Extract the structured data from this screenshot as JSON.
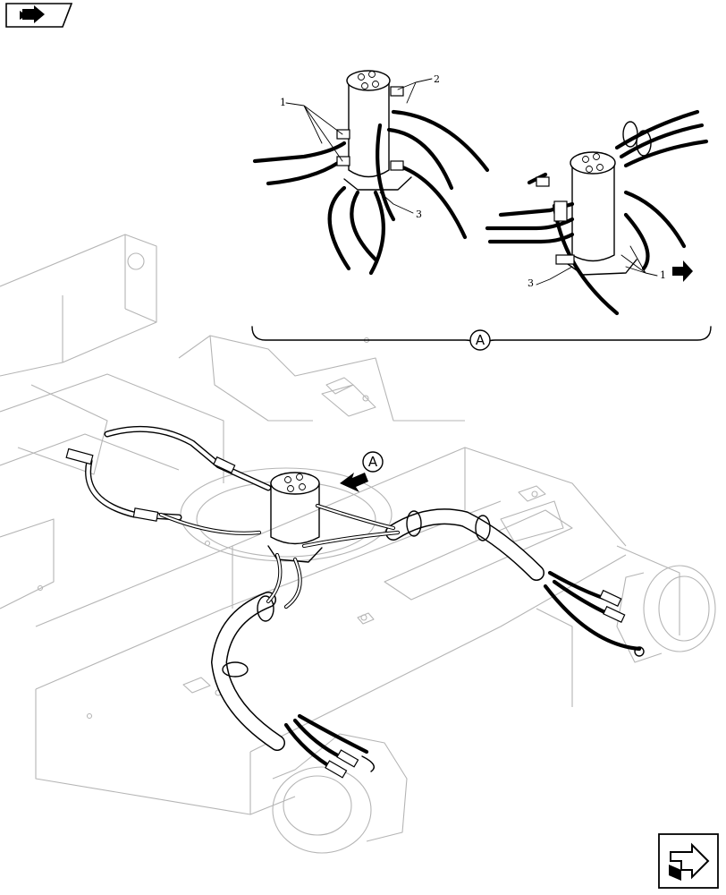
{
  "diagram": {
    "detail_labels": [
      {
        "id": "detail-left-label-1",
        "text": "1"
      },
      {
        "id": "detail-left-label-2",
        "text": "2"
      },
      {
        "id": "detail-left-label-3",
        "text": "3"
      },
      {
        "id": "detail-right-label-1",
        "text": "1"
      },
      {
        "id": "detail-right-label-3",
        "text": "3"
      }
    ],
    "view_marker": "A",
    "main_view_arrow_label": "A"
  },
  "icons": {
    "top_left": "navigation-arrow-icon",
    "bottom_right": "navigation-arrow-icon"
  }
}
